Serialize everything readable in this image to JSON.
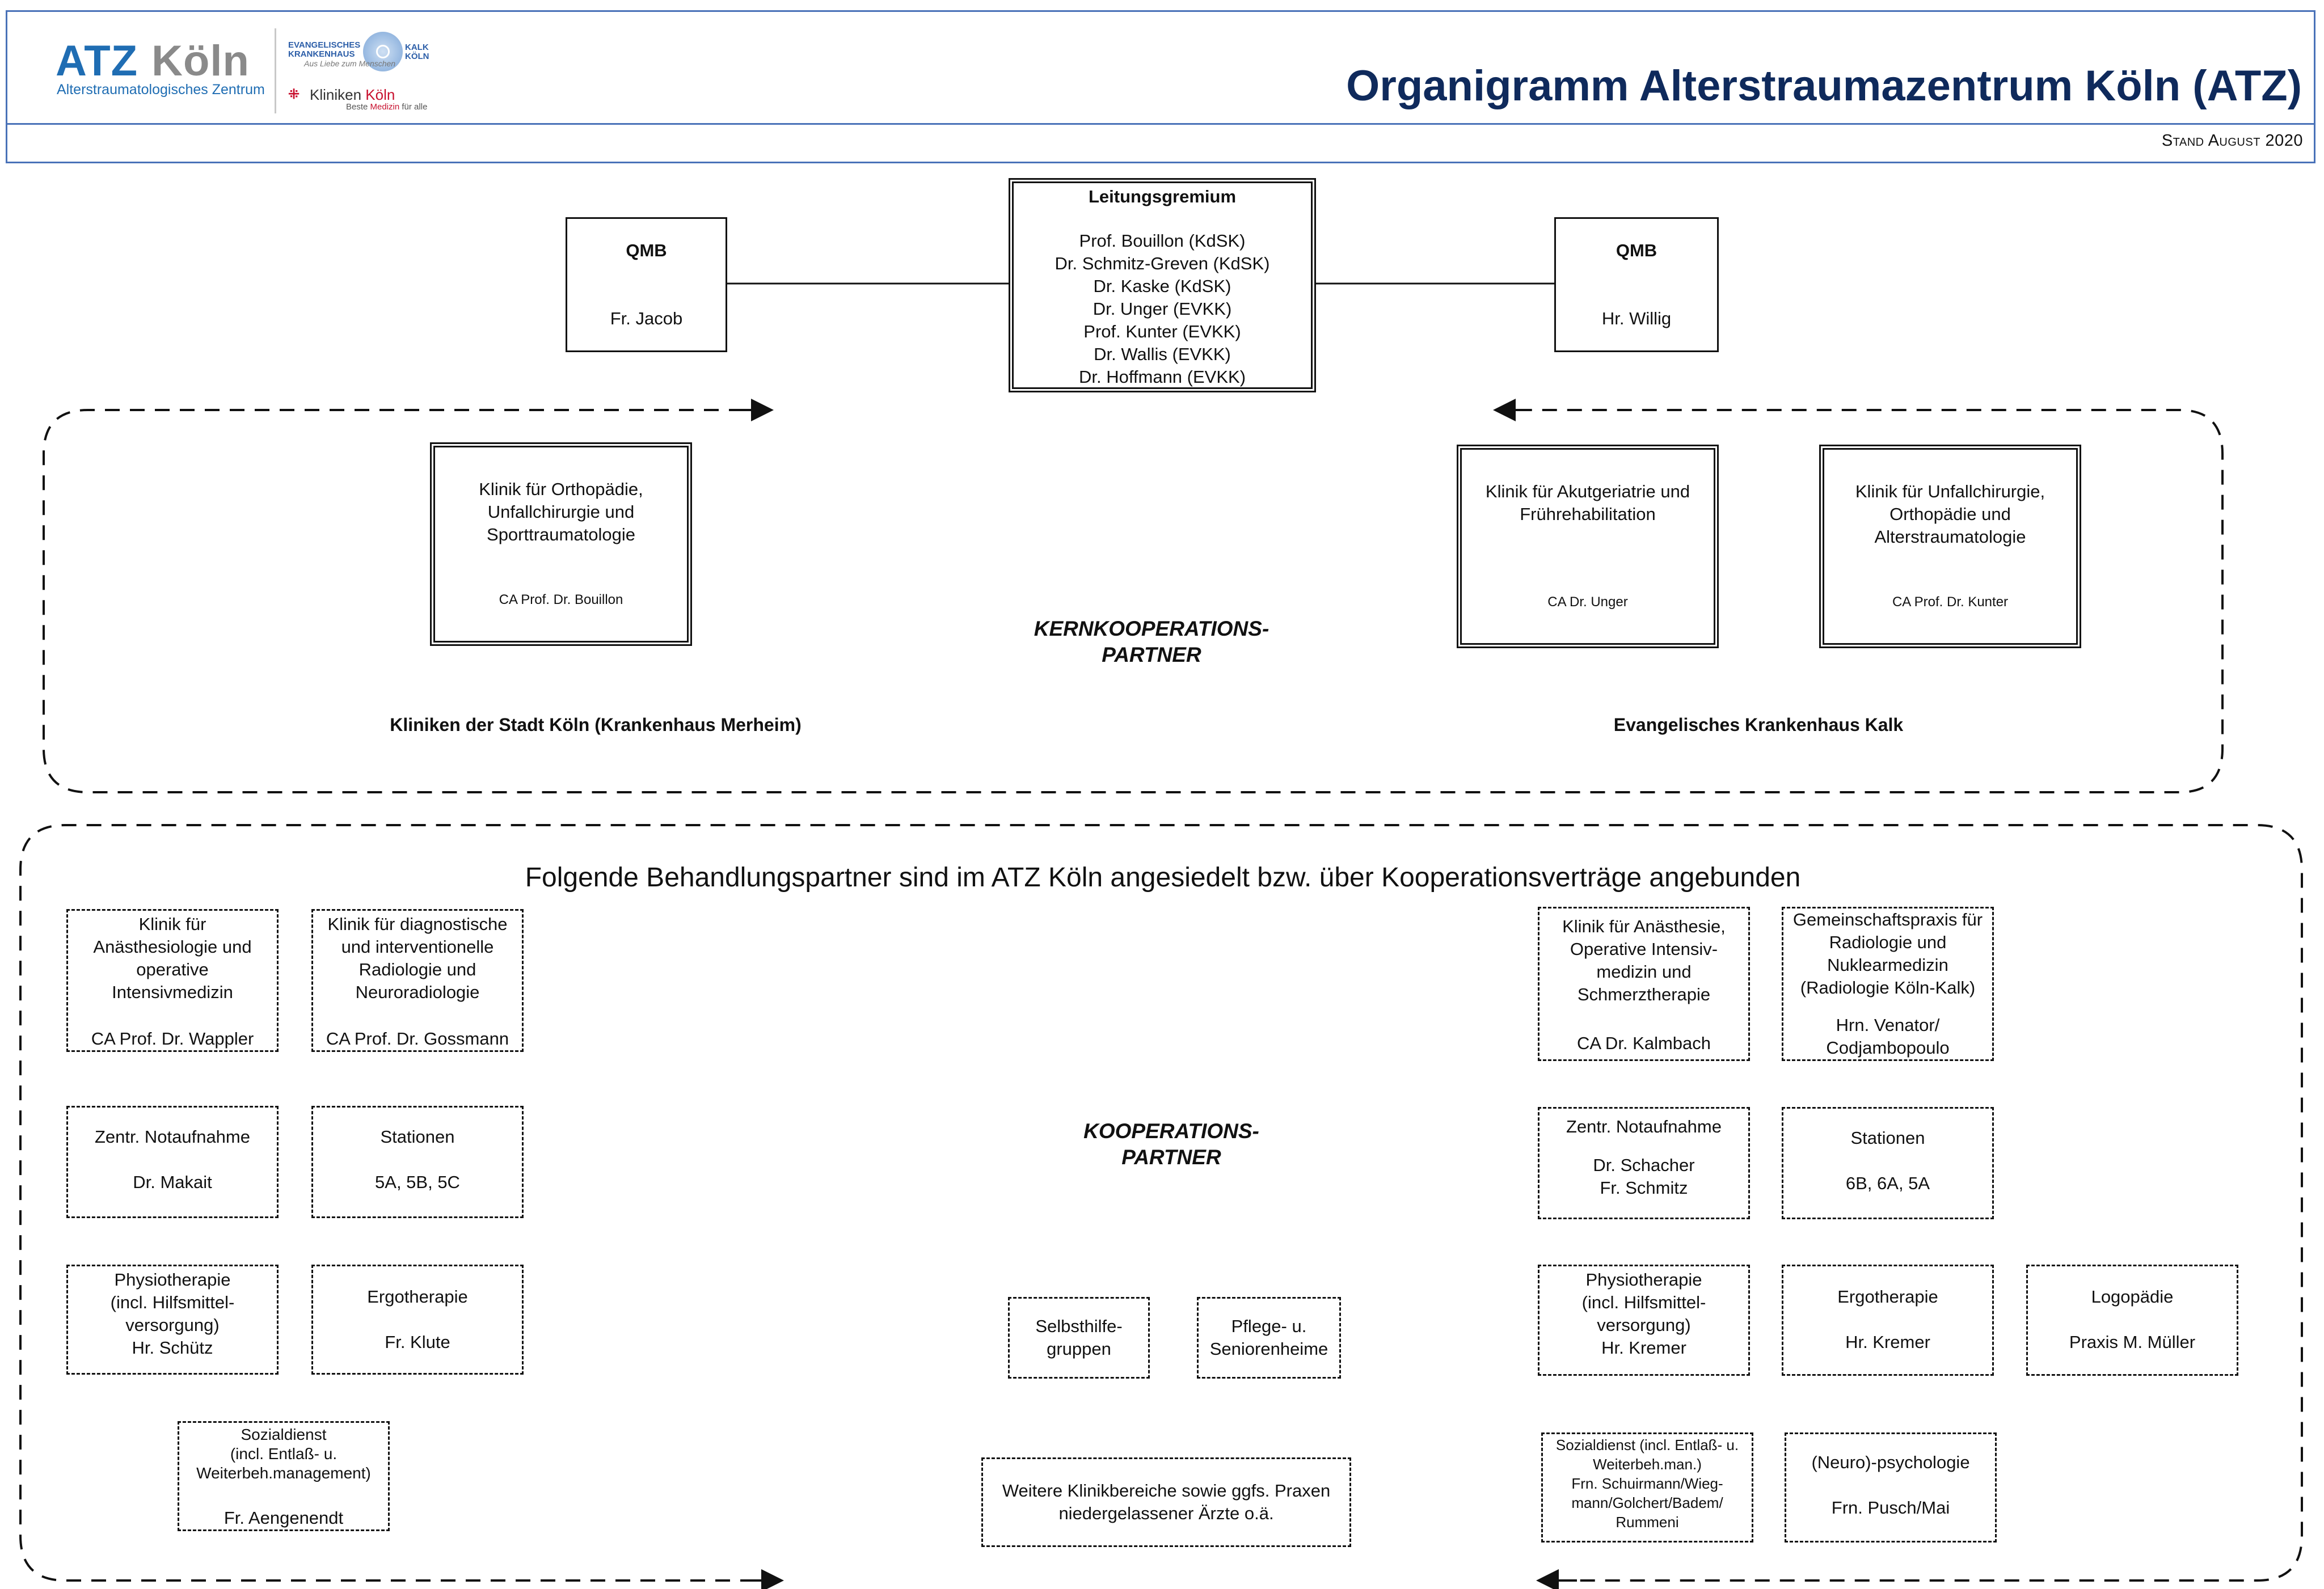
{
  "header": {
    "logo": {
      "atz": "ATZ",
      "koln": "Köln",
      "subtitle": "Alterstraumatologisches Zentrum",
      "evk_left": "EVANGELISCHES\nKRANKENHAUS",
      "evk_right": "KALK\nKÖLN",
      "evk_signature": "Aus Liebe zum Menschen",
      "kliniken_name": "Kliniken",
      "kliniken_city": "Köln",
      "kliniken_slogan_a": "Beste ",
      "kliniken_slogan_b": "Medizin",
      "kliniken_slogan_c": " für alle"
    },
    "title": "Organigramm Alterstraumazentrum Köln (ATZ)",
    "stand": "Stand August 2020"
  },
  "leitung": {
    "title": "Leitungsgremium",
    "members": [
      "Prof. Bouillon (KdSK)",
      "Dr. Schmitz-Greven (KdSK)",
      "Dr. Kaske (KdSK)",
      "Dr. Unger (EVKK)",
      "Prof. Kunter (EVKK)",
      "Dr. Wallis (EVKK)",
      "Dr. Hoffmann (EVKK)"
    ]
  },
  "qmb_left": {
    "title": "QMB",
    "name": "Fr. Jacob"
  },
  "qmb_right": {
    "title": "QMB",
    "name": "Hr. Willig"
  },
  "kern": {
    "label_1": "KERNKOOPERATIONS-",
    "label_2": "PARTNER",
    "left_hospital": "Kliniken der Stadt Köln (Krankenhaus Merheim)",
    "right_hospital": "Evangelisches Krankenhaus Kalk",
    "clinics": [
      {
        "name": "Klinik für Orthopädie,\nUnfallchirurgie und\nSporttraumatologie",
        "head": "CA Prof. Dr.  Bouillon"
      },
      {
        "name": "Klinik für Akutgeriatrie und\nFrührehabilitation",
        "head": "CA Dr. Unger"
      },
      {
        "name": "Klinik für Unfallchirurgie,\nOrthopädie und\nAlterstraumatologie",
        "head": "CA Prof. Dr. Kunter"
      }
    ]
  },
  "koop": {
    "title": "Folgende Behandlungspartner sind im ATZ Köln angesiedelt bzw. über Kooperationsverträge angebunden",
    "label_1": "KOOPERATIONS-",
    "label_2": "PARTNER",
    "left": [
      {
        "text": "Klinik für\nAnästhesiologie und\noperative\nIntensivmedizin",
        "sub": "CA Prof. Dr. Wappler"
      },
      {
        "text": "Klinik für diagnostische\nund interventionelle\nRadiologie und\nNeuroradiologie",
        "sub": "CA Prof. Dr. Gossmann"
      },
      {
        "text": "Zentr. Notaufnahme",
        "sub": "Dr. Makait"
      },
      {
        "text": "Stationen",
        "sub": "5A, 5B, 5C"
      },
      {
        "text": "Physiotherapie\n(incl. Hilfsmittel-\nversorgung)\nHr. Schütz",
        "sub": ""
      },
      {
        "text": "Ergotherapie",
        "sub": "Fr. Klute"
      },
      {
        "text": "Sozialdienst\n(incl. Entlaß- u.\nWeiterbeh.management)",
        "sub": "Fr. Aengenendt"
      }
    ],
    "center": [
      {
        "text": "Selbsthilfe-\ngruppen"
      },
      {
        "text": "Pflege- u.\nSeniorenheime"
      },
      {
        "text": "Weitere Klinikbereiche sowie ggfs. Praxen\nniedergelassener Ärzte o.ä."
      }
    ],
    "right": [
      {
        "text": "Klinik für Anästhesie,\nOperative Intensiv-\nmedizin und\nSchmerztherapie",
        "sub": "CA Dr. Kalmbach"
      },
      {
        "text": "Gemeinschaftspraxis für\nRadiologie und\nNuklearmedizin\n(Radiologie Köln-Kalk)",
        "sub": "Hrn. Venator/\nCodjambopoulo"
      },
      {
        "text": "Zentr. Notaufnahme",
        "sub": "Dr. Schacher\nFr. Schmitz"
      },
      {
        "text": "Stationen",
        "sub": "6B, 6A, 5A"
      },
      {
        "text": "Physiotherapie\n(incl. Hilfsmittel-\nversorgung)\nHr. Kremer",
        "sub": ""
      },
      {
        "text": "Ergotherapie",
        "sub": "Hr. Kremer"
      },
      {
        "text": "Logopädie",
        "sub": "Praxis M. Müller"
      },
      {
        "text": "Sozialdienst (incl. Entlaß- u.\nWeiterbeh.man.)\nFrn. Schuirmann/Wieg-\nmann/Golchert/Badem/\nRummeni",
        "sub": ""
      },
      {
        "text": "(Neuro)-psychologie",
        "sub": "Frn. Pusch/Mai"
      }
    ]
  },
  "colors": {
    "frame": "#4a72b8",
    "title": "#0f2a5c",
    "atz_blue": "#1f6db3",
    "kliniken_red": "#c8102e"
  }
}
